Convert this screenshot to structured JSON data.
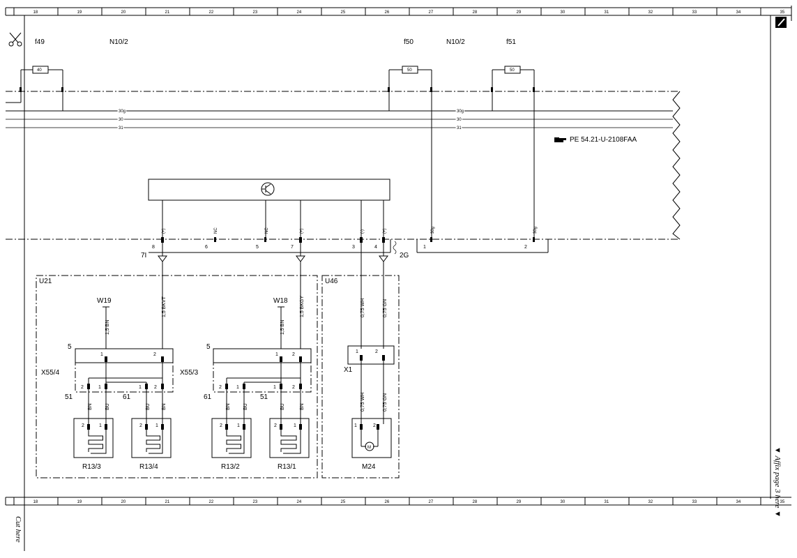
{
  "grid": {
    "columns": [
      "18",
      "19",
      "20",
      "21",
      "22",
      "23",
      "24",
      "25",
      "26",
      "27",
      "28",
      "29",
      "30",
      "31",
      "32",
      "33",
      "34",
      "35"
    ]
  },
  "header": {
    "fuse_f49": "f49",
    "fuse_f50": "f50",
    "fuse_f51": "f51",
    "module_left": "N10/2",
    "module_right": "N10/2",
    "fuse_f49_rating": "40",
    "fuse_f50_rating": "50",
    "fuse_f51_rating": "50"
  },
  "buses": {
    "bus_30g_left": "30g",
    "bus_30g_right": "30g",
    "bus_30_left": "30",
    "bus_30_right": "30",
    "bus_31_left": "31",
    "bus_31_right": "31"
  },
  "reference": {
    "text": "PE 54.21-U-2108FAA"
  },
  "connector": {
    "left_id": "7I",
    "right_id": "2G",
    "pins": {
      "p8": "8",
      "p6": "6",
      "p5": "5",
      "p7": "7",
      "p3": "3",
      "p4": "4",
      "p1": "1",
      "p2": "2"
    },
    "signals": {
      "s8": "(+)",
      "s6": "NC",
      "s5": "NC",
      "s7": "(+)",
      "s3": "(-)",
      "s4": "(+)",
      "s1": "30g",
      "s2": "30g"
    }
  },
  "u21": {
    "label": "U21",
    "w19": "W19",
    "w18": "W18",
    "wire_w19": "1,5 BN",
    "wire_bkvt": "1,5 BKVT",
    "wire_w18": "1,5 BN",
    "wire_bkgy": "1,5 BKGY",
    "x55_4": "X55/4",
    "x55_3": "X55/3",
    "n5a": "5",
    "n5b": "5",
    "n51a": "51",
    "n61a": "61",
    "n61b": "61",
    "n51b": "51",
    "bn": "BN",
    "bu": "BU",
    "pin1": "1",
    "pin2": "2",
    "r13_3": "R13/3",
    "r13_4": "R13/4",
    "r13_2": "R13/2",
    "r13_1": "R13/1"
  },
  "u46": {
    "label": "U46",
    "wire_wh_top": "0,75 WH",
    "wire_gn_top": "0,75 GN",
    "x1": "X1",
    "wire_wh_bot": "0,75 WH",
    "wire_gn_bot": "0,75 GN",
    "m24": "M24",
    "motor": "M"
  },
  "margin": {
    "affix": "▼ Affix page 3 here ▼",
    "cut": "Cut here"
  }
}
